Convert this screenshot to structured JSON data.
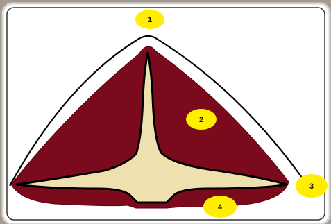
{
  "diagram": {
    "markers": [
      {
        "id": "1",
        "label": "1"
      },
      {
        "id": "2",
        "label": "2"
      },
      {
        "id": "3",
        "label": "3"
      },
      {
        "id": "4",
        "label": "4"
      }
    ]
  },
  "colors": {
    "background": "#a39a91",
    "frame_fill": "#ffffff",
    "frame_border": "#d9d6d2",
    "outline": "#000000",
    "muscle_red": "#7a0a1c",
    "core_beige": "#efe0b0",
    "marker_yellow": "#ffee00"
  }
}
